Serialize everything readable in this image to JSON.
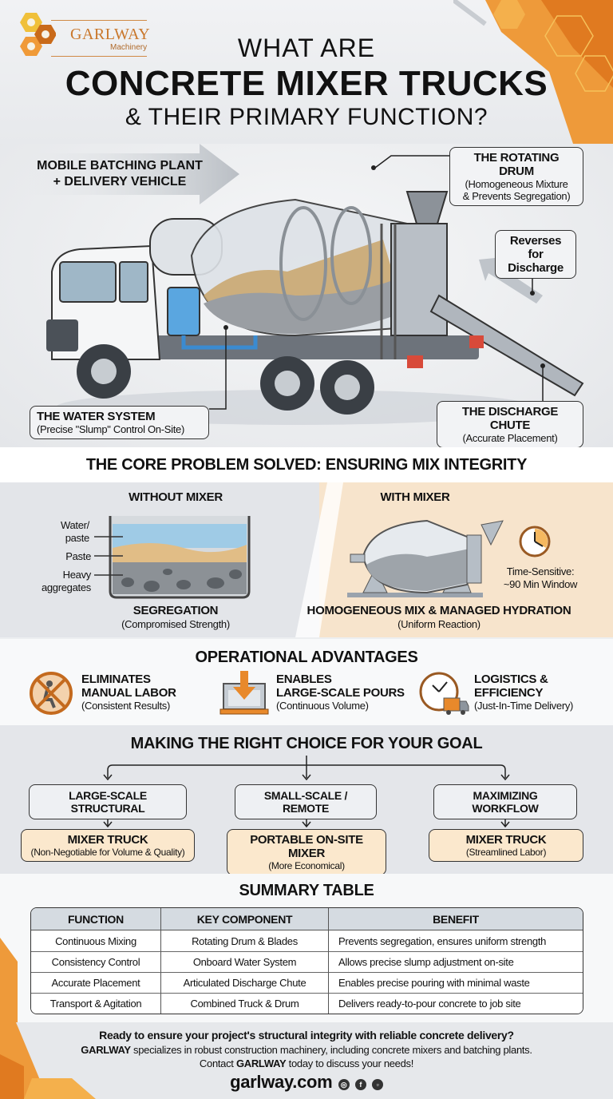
{
  "brand": {
    "name": "GARLWAY",
    "tagline": "Machinery",
    "accent_orange": "#e8892b",
    "logo_colors": [
      "#f0c03a",
      "#e8892b",
      "#c96a1a"
    ]
  },
  "header": {
    "line1": "WHAT ARE",
    "line2": "CONCRETE MIXER TRUCKS",
    "line3": "& THEIR PRIMARY FUNCTION?"
  },
  "hero": {
    "arrow_banner": [
      "MOBILE BATCHING PLANT",
      "+ DELIVERY VEHICLE"
    ],
    "callouts": {
      "drum": {
        "title": "THE ROTATING DRUM",
        "sub1": "(Homogeneous Mixture",
        "sub2": "& Prevents Segregation)"
      },
      "reverse": {
        "line1": "Reverses for",
        "line2": "Discharge"
      },
      "water": {
        "title": "THE WATER SYSTEM",
        "sub": "(Precise \"Slump\" Control On-Site)"
      },
      "chute": {
        "title": "THE DISCHARGE CHUTE",
        "sub": "(Accurate Placement)"
      }
    }
  },
  "core": {
    "title": "THE CORE PROBLEM SOLVED: ENSURING MIX INTEGRITY",
    "without": {
      "heading": "WITHOUT MIXER",
      "labels": {
        "water": [
          "Water/",
          "paste"
        ],
        "paste": "Paste",
        "aggregates": [
          "Heavy",
          "aggregates"
        ]
      },
      "result": "SEGREGATION",
      "result_sub": "(Compromised Strength)"
    },
    "with": {
      "heading": "WITH MIXER",
      "time_note": [
        "Time-Sensitive:",
        "~90 Min Window"
      ],
      "result": "HOMOGENEOUS MIX & MANAGED HYDRATION",
      "result_sub": "(Uniform Reaction)"
    }
  },
  "advantages": {
    "title": "OPERATIONAL ADVANTAGES",
    "items": [
      {
        "icon": "no-manual-labor-icon",
        "t1": "ELIMINATES",
        "t2": "MANUAL LABOR",
        "sub": "(Consistent Results)"
      },
      {
        "icon": "pour-icon",
        "t1": "ENABLES",
        "t2": "LARGE-SCALE POURS",
        "sub": "(Continuous Volume)"
      },
      {
        "icon": "clock-truck-icon",
        "t1": "LOGISTICS &",
        "t2": "EFFICIENCY",
        "sub": "(Just-In-Time Delivery)"
      }
    ]
  },
  "choice": {
    "title": "MAKING THE RIGHT CHOICE FOR YOUR GOAL",
    "goals": [
      {
        "goal": "LARGE-SCALE STRUCTURAL",
        "result": "MIXER TRUCK",
        "result_sub": "(Non-Negotiable for Volume & Quality)"
      },
      {
        "goal": "SMALL-SCALE / REMOTE",
        "result": "PORTABLE ON-SITE MIXER",
        "result_sub": "(More Economical)"
      },
      {
        "goal": "MAXIMIZING WORKFLOW",
        "result": "MIXER TRUCK",
        "result_sub": "(Streamlined Labor)"
      }
    ]
  },
  "summary": {
    "title": "SUMMARY TABLE",
    "headers": [
      "FUNCTION",
      "KEY COMPONENT",
      "BENEFIT"
    ],
    "rows": [
      [
        "Continuous Mixing",
        "Rotating Drum & Blades",
        "Prevents segregation, ensures uniform strength"
      ],
      [
        "Consistency Control",
        "Onboard Water System",
        "Allows precise slump adjustment on-site"
      ],
      [
        "Accurate Placement",
        "Articulated Discharge Chute",
        "Enables precise pouring with minimal waste"
      ],
      [
        "Transport & Agitation",
        "Combined Truck & Drum",
        "Delivers ready-to-pour concrete to job site"
      ]
    ]
  },
  "footer": {
    "question": "Ready to ensure your project's structural integrity with reliable concrete delivery?",
    "line2_brand": "GARLWAY",
    "line2_rest": " specializes in robust construction machinery, including concrete mixers and batching plants.",
    "line3_pre": "Contact ",
    "line3_brand": "GARLWAY",
    "line3_post": " today to discuss your needs!",
    "url": "garlway.com",
    "social": [
      "instagram-icon",
      "facebook-icon",
      "youtube-icon"
    ]
  }
}
